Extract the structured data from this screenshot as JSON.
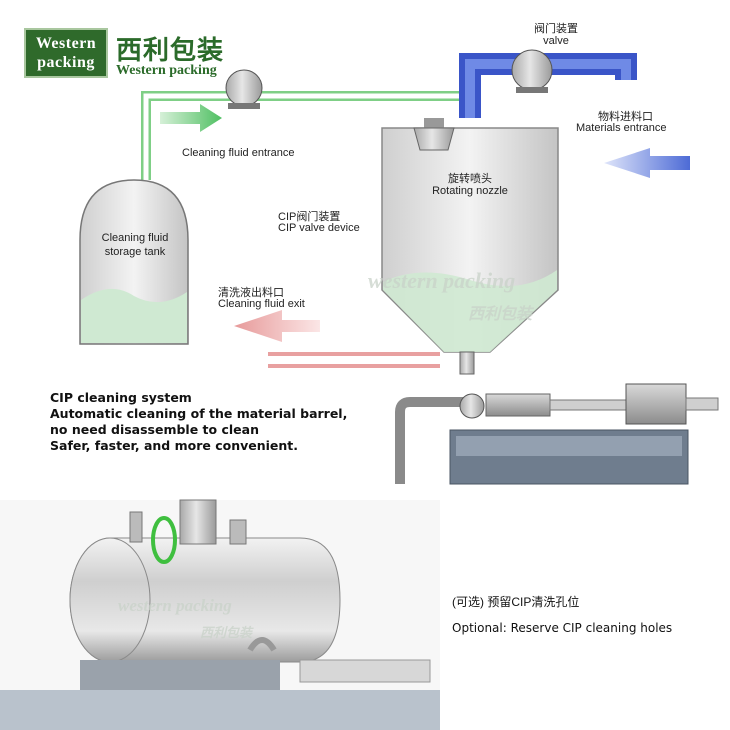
{
  "brand": {
    "logo_line1": "Western",
    "logo_line2": "packing",
    "name_cn": "西利包装",
    "name_en": "Western packing"
  },
  "labels": {
    "valve_cn": "阀门装置",
    "valve_en": "valve",
    "materials_cn": "物料进料口",
    "materials_en": "Materials entrance",
    "cleaning_entrance": "Cleaning fluid entrance",
    "nozzle_cn": "旋转喷头",
    "nozzle_en": "Rotating nozzle",
    "cip_valve_cn": "CIP阀门装置",
    "cip_valve_en": "CIP valve device",
    "tank_line1": "Cleaning fluid",
    "tank_line2": "storage tank",
    "exit_cn": "清洗液出料口",
    "exit_en": "Cleaning fluid exit"
  },
  "description": {
    "line1": "CIP cleaning system",
    "line2": "Automatic cleaning of the material barrel,",
    "line3": "no need disassemble to clean",
    "line4": "Safer, faster, and more convenient."
  },
  "watermark": {
    "en": "western packing",
    "cn": "西利包装"
  },
  "photo_caption": {
    "cn": "(可选) 预留CIP清洗孔位",
    "en": "Optional: Reserve CIP cleaning holes"
  },
  "colors": {
    "brand_green": "#2f6a2b",
    "pipe_blue": "#3a55c8",
    "pipe_green": "#7fcf86",
    "arrow_red": "#e8a0a0",
    "tank_steel": "#c8c8c8",
    "fluid_green": "#cfe9d2"
  }
}
